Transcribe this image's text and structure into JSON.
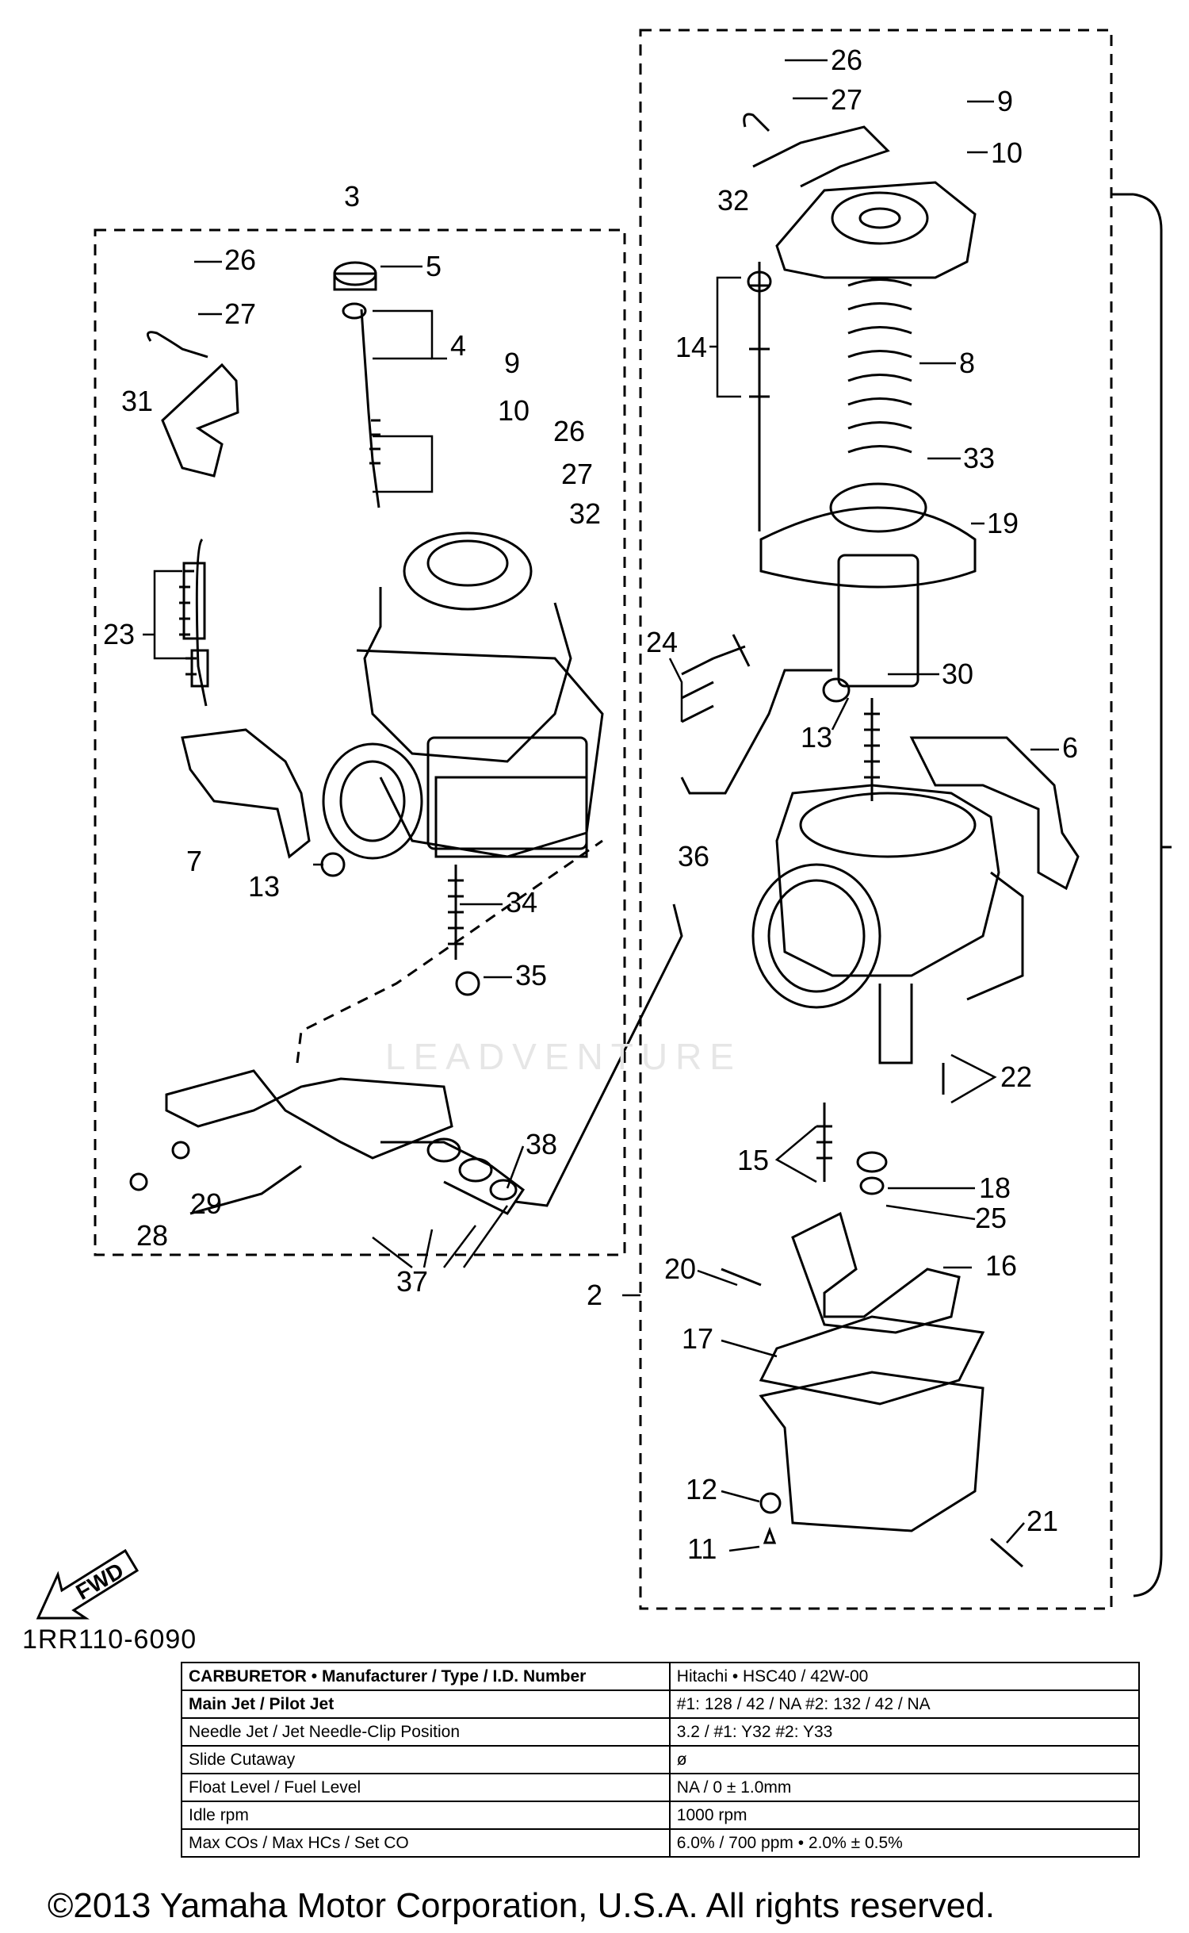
{
  "callouts": [
    "26",
    "27",
    "9",
    "10",
    "32",
    "8",
    "14",
    "33",
    "19",
    "3",
    "26",
    "5",
    "27",
    "31",
    "4",
    "9",
    "10",
    "26",
    "27",
    "32",
    "23",
    "24",
    "30",
    "13",
    "6",
    "7",
    "13",
    "36",
    "34",
    "35",
    "22",
    "15",
    "18",
    "38",
    "25",
    "29",
    "28",
    "37",
    "16",
    "20",
    "2",
    "17",
    "12",
    "21",
    "11"
  ],
  "figure_code": "1RR110-6090",
  "fwd_label": "FWD",
  "watermark": "LEADVENTURE",
  "specs": [
    {
      "label": "CARBURETOR • Manufacturer / Type / I.D. Number",
      "value": "Hitachi • HSC40 / 42W-00"
    },
    {
      "label": "Main Jet / Pilot Jet",
      "value": "#1: 128 / 42 / NA     #2: 132 / 42 / NA"
    },
    {
      "label": "Needle Jet / Jet Needle-Clip Position",
      "value": "3.2 / #1: Y32     #2: Y33"
    },
    {
      "label": "Slide Cutaway",
      "value": "ø"
    },
    {
      "label": "Float Level / Fuel Level",
      "value": "NA / 0 ± 1.0mm"
    },
    {
      "label": "Idle rpm",
      "value": "1000 rpm"
    },
    {
      "label": "Max COs / Max HCs / Set CO",
      "value": "6.0% / 700 ppm • 2.0% ± 0.5%"
    }
  ],
  "copyright": "©2013 Yamaha Motor Corporation, U.S.A. All rights reserved."
}
